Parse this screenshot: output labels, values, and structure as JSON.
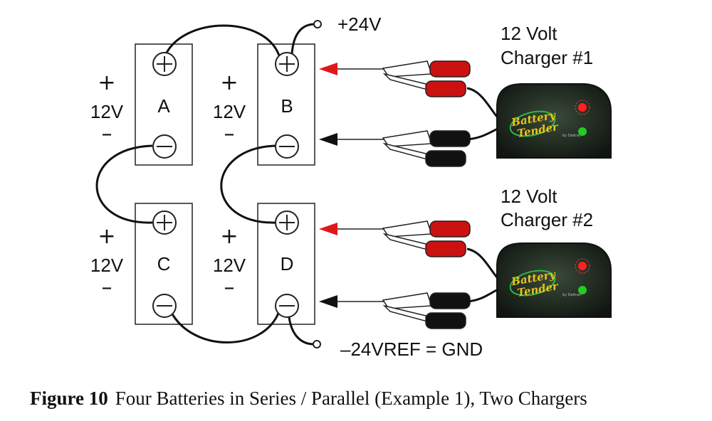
{
  "batteries": [
    {
      "label": "A",
      "voltage": "12V",
      "plus": "+",
      "minus": "–"
    },
    {
      "label": "B",
      "voltage": "12V",
      "plus": "+",
      "minus": "–"
    },
    {
      "label": "C",
      "voltage": "12V",
      "plus": "+",
      "minus": "–"
    },
    {
      "label": "D",
      "voltage": "12V",
      "plus": "+",
      "minus": "–"
    }
  ],
  "terminals": {
    "positive_label": "+24V",
    "negative_label": "–24VREF = GND"
  },
  "chargers": [
    {
      "line1": "12 Volt",
      "line2": "Charger #1",
      "brand_line1": "Battery",
      "brand_line2": "Tender",
      "brand_maker": "by Deltran"
    },
    {
      "line1": "12 Volt",
      "line2": "Charger #2",
      "brand_line1": "Battery",
      "brand_line2": "Tender",
      "brand_maker": "by Deltran"
    }
  ],
  "caption": {
    "figure": "Figure 10",
    "text": "Four Batteries in Series / Parallel (Example 1), Two Chargers"
  },
  "colors": {
    "positive_clamp": "#cc1111",
    "negative_clamp": "#111111",
    "charger_body": "#1f2a1f",
    "led_red": "#ff2020",
    "led_green": "#22cc22"
  }
}
